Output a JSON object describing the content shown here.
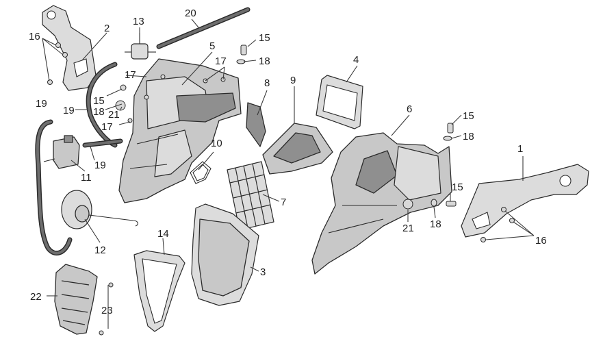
{
  "diagram": {
    "callouts": {
      "c1": "1",
      "c2": "2",
      "c3": "3",
      "c4": "4",
      "c5": "5",
      "c6": "6",
      "c7": "7",
      "c8": "8",
      "c9": "9",
      "c10": "10",
      "c11": "11",
      "c12": "12",
      "c13": "13",
      "c14": "14",
      "c15a": "15",
      "c15b": "15",
      "c15c": "15",
      "c15d": "15",
      "c16a": "16",
      "c16b": "16",
      "c17a": "17",
      "c17b": "17",
      "c17c": "17",
      "c18a": "18",
      "c18b": "18",
      "c18c": "18",
      "c18d": "18",
      "c19a": "19",
      "c19b": "19",
      "c19c": "19",
      "c20": "20",
      "c21a": "21",
      "c21b": "21",
      "c22": "22",
      "c23": "23"
    },
    "colors": {
      "line": "#2b2b2b",
      "part_fill": "#c8c8c8",
      "part_dark": "#8f8f8f",
      "background": "#ffffff"
    }
  }
}
